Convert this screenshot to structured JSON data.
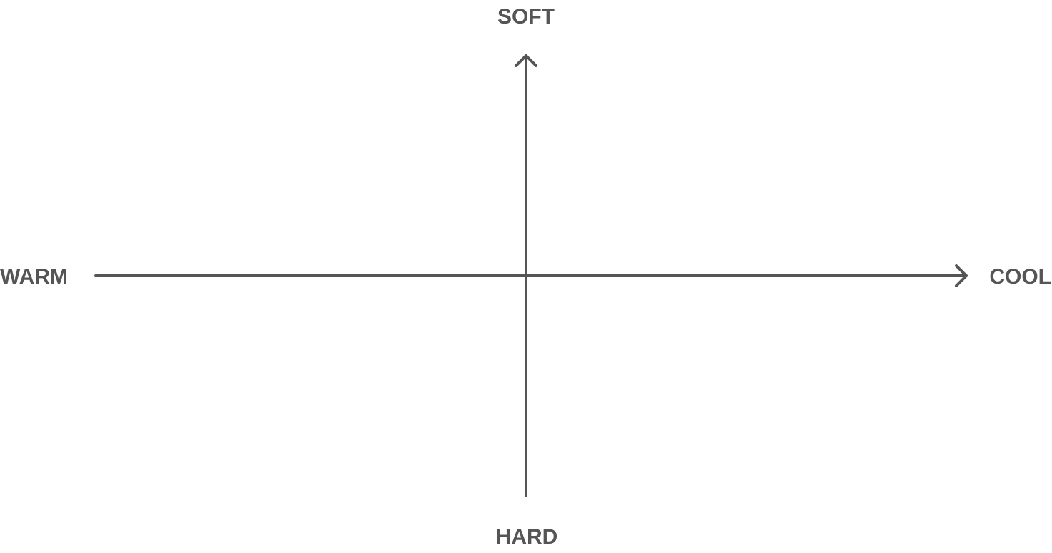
{
  "diagram": {
    "axes": {
      "top_label": "SOFT",
      "bottom_label": "HARD",
      "left_label": "WARM",
      "right_label": "COOL"
    },
    "colors": {
      "axis": "#555555",
      "label": "#555555",
      "background": "#ffffff"
    }
  }
}
